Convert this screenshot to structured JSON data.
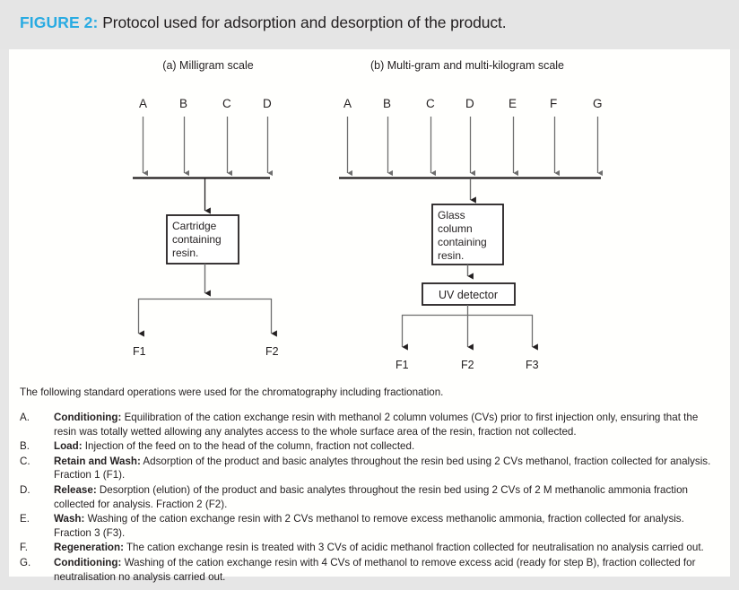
{
  "header": {
    "figure_label": "FIGURE 2:",
    "caption": " Protocol used for adsorption and desorption of the product.",
    "accent_color": "#29abe2",
    "background_color": "#e5e5e5"
  },
  "diagrams": [
    {
      "id": "a",
      "title": "(a) Milligram scale",
      "inlet_labels": [
        "A",
        "B",
        "C",
        "D"
      ],
      "vessel_label": "Cartridge containing resin.",
      "outlet_labels": [
        "F1",
        "F2"
      ]
    },
    {
      "id": "b",
      "title": "(b) Multi-gram and multi-kilogram scale",
      "inlet_labels": [
        "A",
        "B",
        "C",
        "D",
        "E",
        "F",
        "G"
      ],
      "vessel_label": "Glass column containing resin.",
      "detector_label": "UV detector",
      "outlet_labels": [
        "F1",
        "F2",
        "F3"
      ]
    }
  ],
  "text": {
    "intro": "The following standard operations were used for the chromatography including fractionation.",
    "operations": [
      {
        "letter": "A.",
        "term": "Conditioning:",
        "body": " Equilibration of the cation exchange resin with methanol 2 column volumes (CVs) prior to first injection only, ensuring that the resin was totally wetted allowing any analytes access to the whole surface area of the resin, fraction not collected."
      },
      {
        "letter": "B.",
        "term": "Load:",
        "body": " Injection of the feed on to the head of the column, fraction not collected."
      },
      {
        "letter": "C.",
        "term": "Retain and Wash:",
        "body": " Adsorption of the product and basic analytes throughout the resin bed using 2 CVs methanol, fraction collected for analysis. Fraction 1 (F1)."
      },
      {
        "letter": "D.",
        "term": "Release:",
        "body": " Desorption (elution) of the product and basic analytes throughout the resin bed using 2 CVs of 2 M methanolic ammonia fraction collected for analysis. Fraction 2 (F2)."
      },
      {
        "letter": "E.",
        "term": "Wash:",
        "body": " Washing of the cation exchange resin with 2 CVs methanol to remove excess methanolic ammonia, fraction collected for analysis. Fraction 3 (F3)."
      },
      {
        "letter": "F.",
        "term": "Regeneration:",
        "body": " The cation exchange resin is treated with 3 CVs of acidic methanol fraction collected for neutralisation no analysis carried out."
      },
      {
        "letter": "G.",
        "term": "Conditioning:",
        "body": " Washing of the cation exchange resin with 4 CVs of methanol to remove excess acid (ready for step B), fraction collected for neutralisation no analysis carried out."
      }
    ]
  }
}
